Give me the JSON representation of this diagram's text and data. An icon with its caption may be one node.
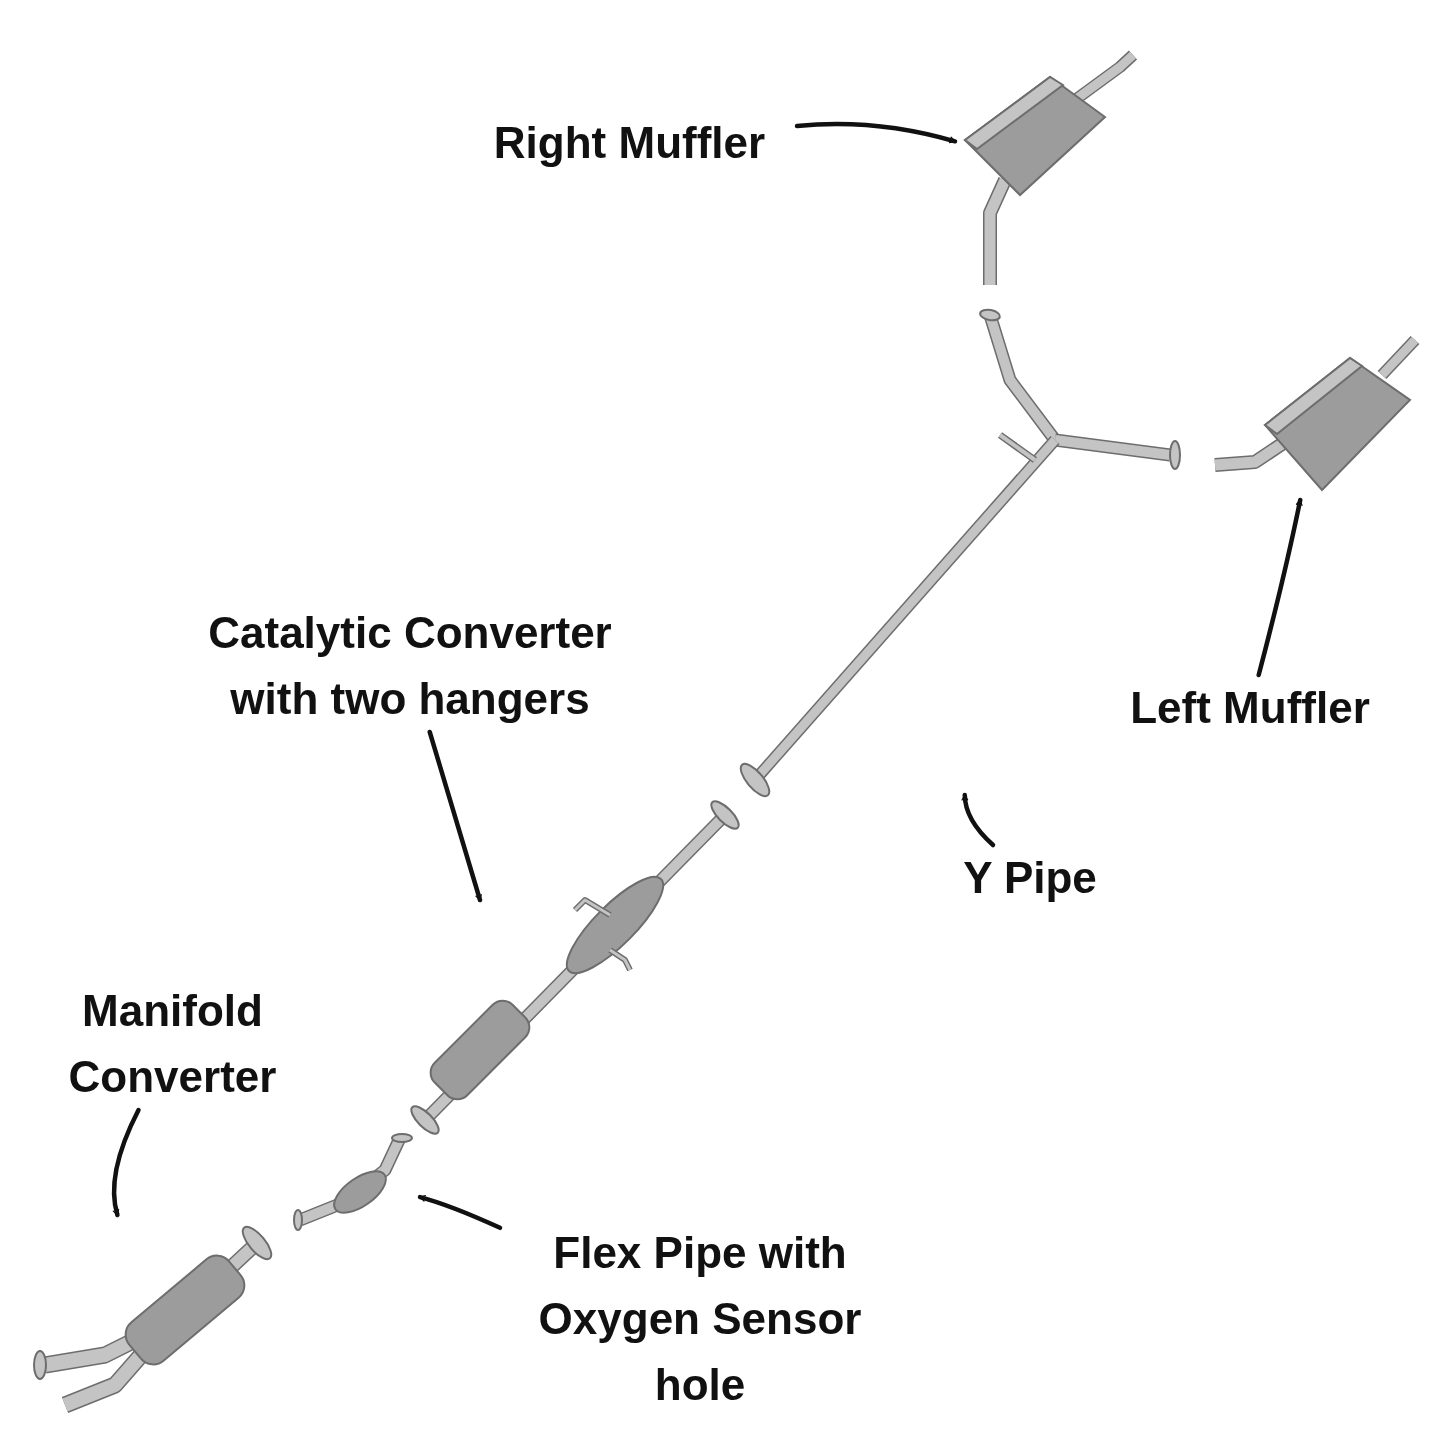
{
  "diagram": {
    "nodes": [
      {
        "text": [
          "Right Muffler"
        ]
      },
      {
        "text": [],
        "shape": "picture"
      },
      {
        "text": [],
        "shape": "picture"
      },
      {
        "text": [
          "Catalytic Converter with two hangers"
        ]
      },
      {
        "text": [
          "Left Muffler"
        ]
      },
      {
        "text": [],
        "shape": "picture"
      },
      {
        "text": [
          "Y Pipe"
        ]
      },
      {
        "text": [],
        "shape": "picture"
      },
      {
        "text": [
          "Manifold Converter"
        ]
      },
      {
        "text": [],
        "shape": "picture"
      },
      {
        "text": [],
        "shape": "picture"
      },
      {
        "text": [
          "Flex Pipe with Oxygen Sensor hole"
        ]
      }
    ],
    "edges": [
      {
        "from": 0,
        "to": 1,
        "arrow": "to"
      },
      {
        "from": 4,
        "to": 2,
        "arrow": "to"
      },
      {
        "from": 6,
        "to": 5,
        "arrow": "to"
      },
      {
        "from": 3,
        "to": 7,
        "arrow": "to"
      },
      {
        "from": 8,
        "to": 9,
        "arrow": "to"
      },
      {
        "from": 11,
        "to": 10,
        "arrow": "to"
      }
    ]
  }
}
